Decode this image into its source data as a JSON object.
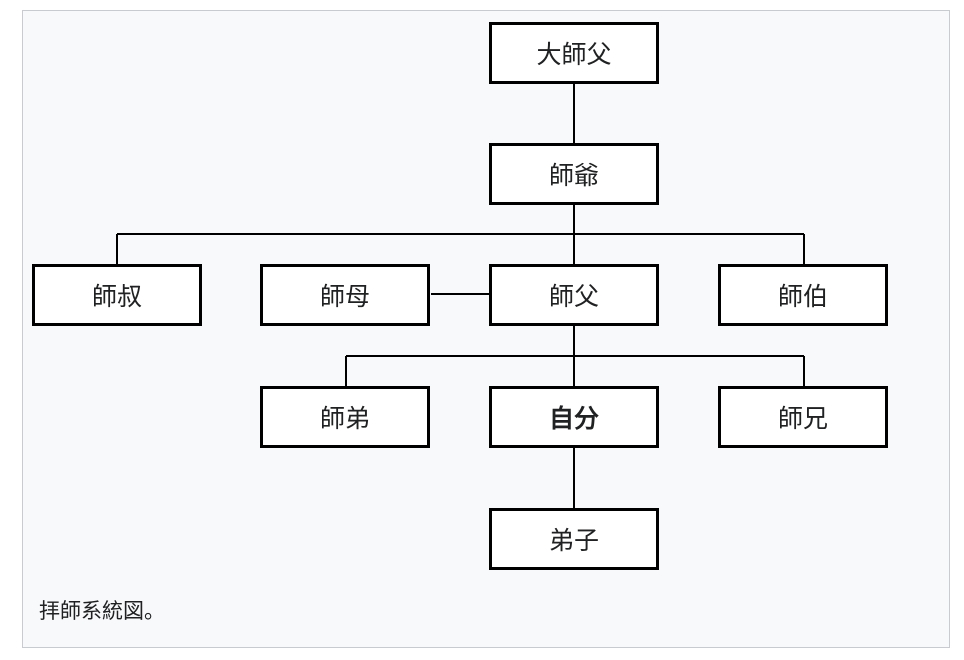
{
  "nodes": {
    "great_grandmaster": "大師父",
    "grandmaster": "師爺",
    "master_uncle_younger": "師叔",
    "master_mother": "師母",
    "master": "師父",
    "master_uncle_elder": "師伯",
    "junior_brother": "師弟",
    "self": "自分",
    "senior_brother": "師兄",
    "disciple": "弟子"
  },
  "caption": "拝師系統図。"
}
